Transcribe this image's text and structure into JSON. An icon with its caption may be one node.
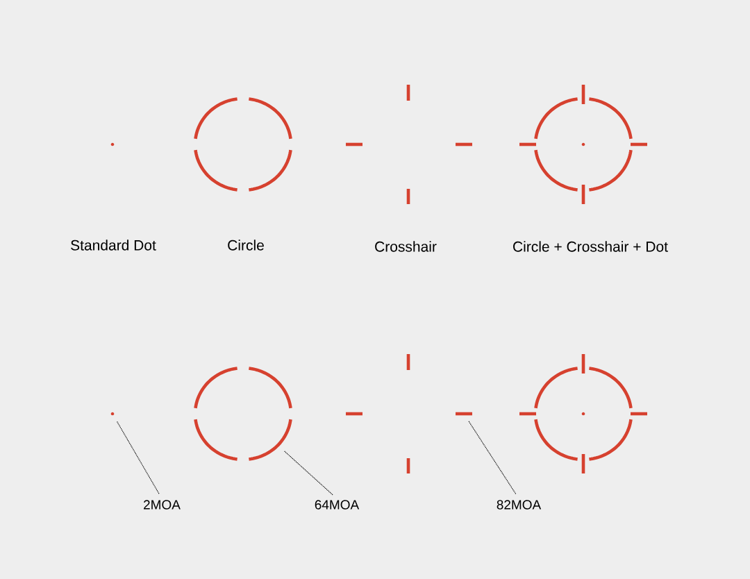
{
  "diagram": {
    "nodes": [
      {
        "text": [],
        "shape": "circle"
      },
      {
        "text": [],
        "shape": "circle"
      },
      {
        "text": [],
        "shape": "bar"
      },
      {
        "text": [
          "2MOA"
        ]
      },
      {
        "text": [
          "64MOA"
        ]
      },
      {
        "text": [
          "82MOA"
        ]
      }
    ],
    "edges": [
      {
        "from": 3,
        "to": 0,
        "arrow": "none",
        "style": "dashed"
      },
      {
        "from": 4,
        "to": 1,
        "arrow": "none",
        "style": "dashed"
      },
      {
        "from": 5,
        "to": 2,
        "arrow": "none",
        "style": "dashed"
      }
    ],
    "labels": [
      "Standard Dot",
      "Circle",
      "Crosshair",
      "Circle + Crosshair + Dot"
    ]
  }
}
